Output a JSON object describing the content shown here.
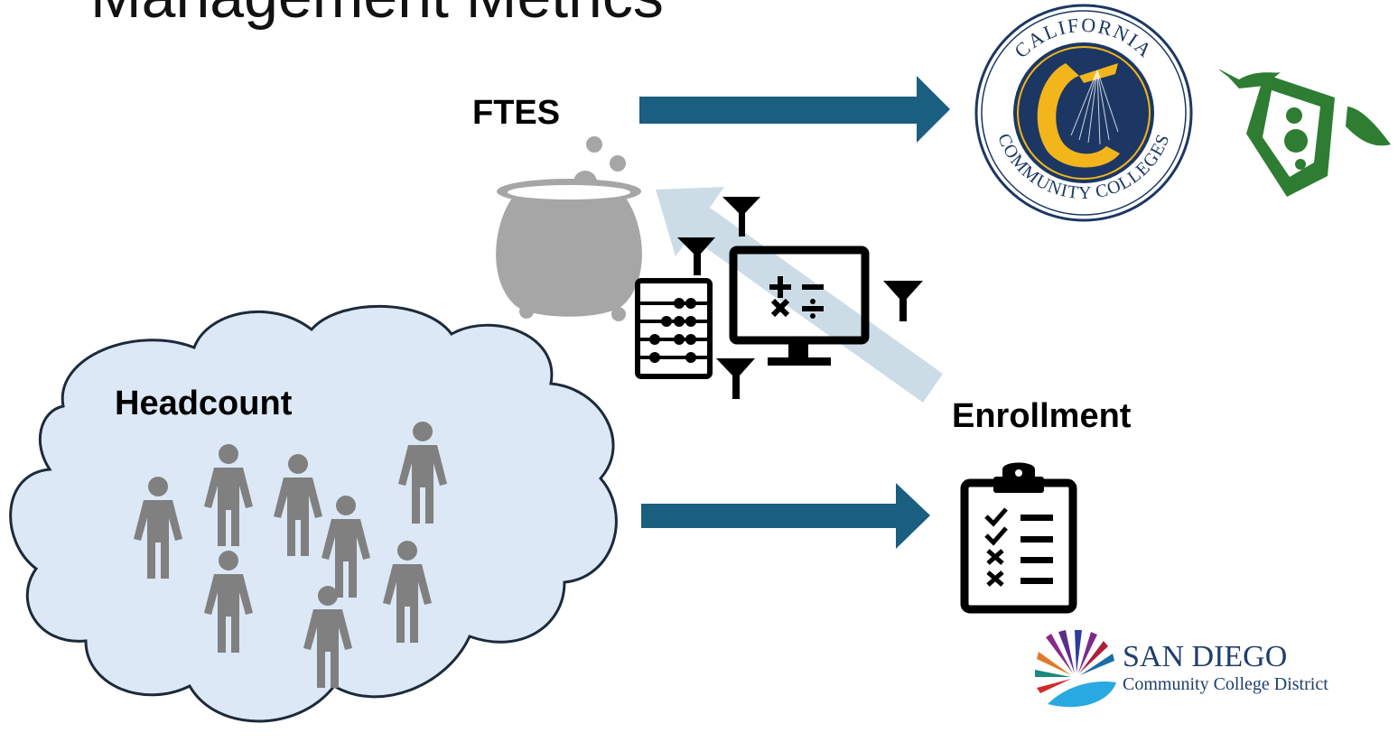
{
  "slide": {
    "title": "Management Metrics"
  },
  "labels": {
    "ftes": "FTES",
    "headcount": "Headcount",
    "enrollment": "Enrollment"
  },
  "seal": {
    "text_top": "CALIFORNIA",
    "text_bottom": "COMMUNITY COLLEGES"
  },
  "logo": {
    "name": "SAN DIEGO",
    "subtitle": "Community College District"
  },
  "calculator": {
    "symbols": "+ − × ÷"
  },
  "icons": [
    "cauldron-icon",
    "abacus-icon",
    "computer-calculator-icon",
    "funnel-icon",
    "flying-money-icon",
    "clipboard-checklist-icon",
    "person-icon"
  ],
  "colors": {
    "arrow": "#1a5e80",
    "light_arrow": "#c6d8e4",
    "cloud_fill": "#dce8f5",
    "person": "#808080",
    "money": "#2e7d32",
    "seal_blue": "#1c3763",
    "seal_gold": "#f2b51c"
  }
}
